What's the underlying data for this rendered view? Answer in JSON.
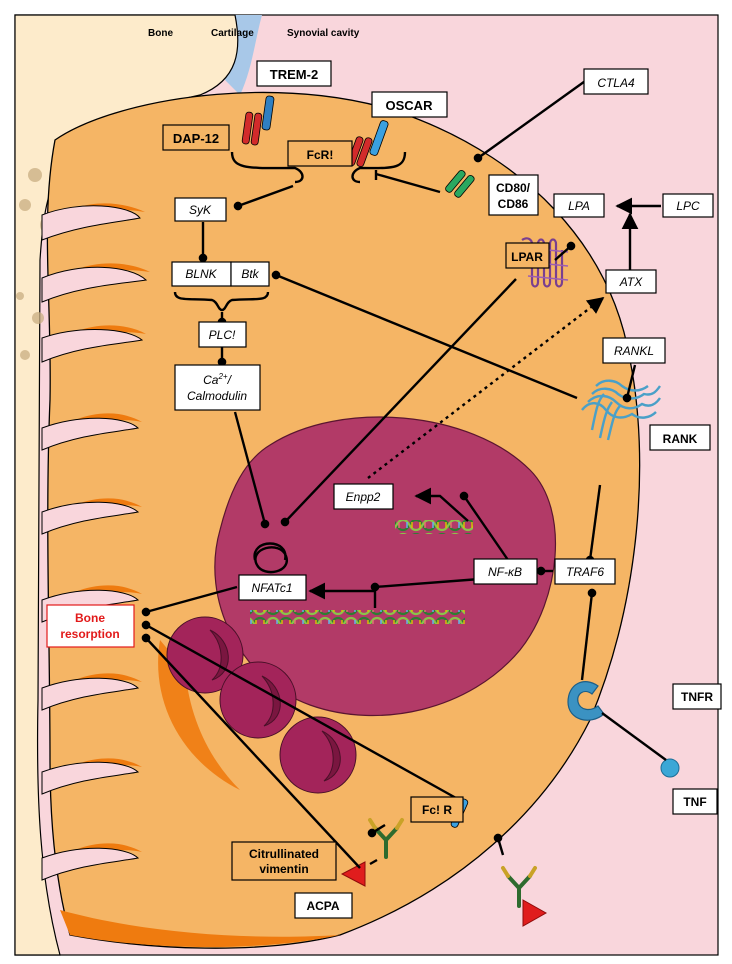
{
  "regions": {
    "bone": "Bone",
    "cartilage": "Cartilage",
    "synovial_cavity": "Synovial cavity"
  },
  "receptors": {
    "trem2": "TREM-2",
    "oscar": "OSCAR",
    "dap12": "DAP-12",
    "fcr": "FcR!",
    "cd80_86_line1": "CD80/",
    "cd80_86_line2": "CD86",
    "lpar": "LPAR",
    "rank": "RANK",
    "tnfr": "TNFR",
    "fcr_gamma": "Fc! R"
  },
  "ligands": {
    "ctla4": "CTLA4",
    "lpa": "LPA",
    "lpc": "LPC",
    "atx": "ATX",
    "rankl": "RANKL",
    "tnf": "TNF",
    "acpa": "ACPA",
    "citrullinated_vimentin_line1": "Citrullinated",
    "citrullinated_vimentin_line2": "vimentin"
  },
  "signaling": {
    "syk": "SyK",
    "blnk": "BLNK",
    "btk": "Btk",
    "plc": "PLC!",
    "ca_main": "Ca",
    "ca_sup": "2+",
    "ca_slash": "/",
    "calmodulin": "Calmodulin",
    "nfatc1": "NFATc1",
    "nfkb": "NF-κB",
    "traf6": "TRAF6",
    "enpp2": "Enpp2"
  },
  "outcome": {
    "line1": "Bone",
    "line2": "resorption"
  },
  "colors": {
    "background": "#f9d6dc",
    "bone": "#fdebcb",
    "cartilage": "#a8c8e8",
    "cell": "#f5b565",
    "cell_edge_dark": "#ef7b0f",
    "nucleus": "#b23a67",
    "nucleus_dark": "#9c2452",
    "outcome_text": "#e21a1a"
  },
  "icons": [
    "dna-strand-icon",
    "receptor-bar-icon",
    "serpentine-receptor-icon",
    "antibody-icon",
    "triangle-antigen-icon"
  ]
}
